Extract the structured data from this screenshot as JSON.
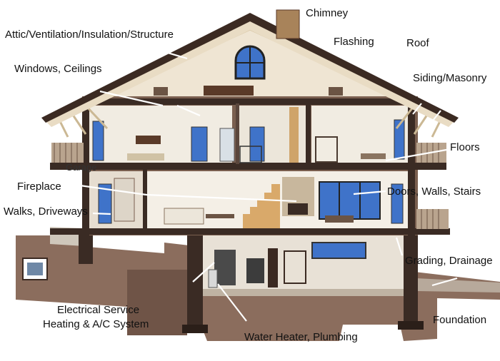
{
  "labels": {
    "chimney": "Chimney",
    "attic": "Attic/Ventilation/Insulation/Structure",
    "flashing": "Flashing",
    "roof": "Roof",
    "windows_ceilings": "Windows, Ceilings",
    "siding": "Siding/Masonry",
    "garage": "Garage",
    "floors": "Floors",
    "fireplace": "Fireplace",
    "doors_walls_stairs": "Doors, Walls, Stairs",
    "walks": "Walks, Driveways",
    "grading": "Grading, Drainage",
    "electrical": "Electrical Service",
    "heating": "Heating & A/C System",
    "foundation": "Foundation",
    "water_heater": "Water Heater, Plumbing"
  },
  "colors": {
    "roof_dark": "#3b2a22",
    "timber": "#e9dcc4",
    "wall_brown": "#7a5f4f",
    "floor_slab": "#3a2b24",
    "interior": "#f1ece2",
    "window_blue": "#3f73c9",
    "ground": "#8b6d5d",
    "leader": "#ffffff"
  }
}
